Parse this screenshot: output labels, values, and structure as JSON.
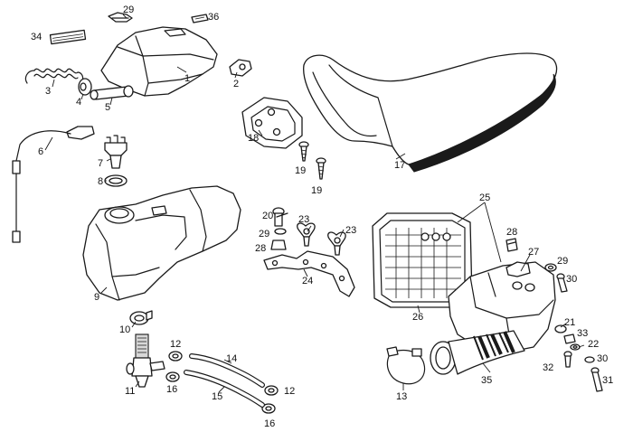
{
  "callouts": [
    {
      "id": "c1",
      "text": "1"
    },
    {
      "id": "c2",
      "text": "2"
    },
    {
      "id": "c3",
      "text": "3"
    },
    {
      "id": "c4",
      "text": "4"
    },
    {
      "id": "c5",
      "text": "5"
    },
    {
      "id": "c6",
      "text": "6"
    },
    {
      "id": "c7",
      "text": "7"
    },
    {
      "id": "c8",
      "text": "8"
    },
    {
      "id": "c9",
      "text": "9"
    },
    {
      "id": "c10",
      "text": "10"
    },
    {
      "id": "c11",
      "text": "11"
    },
    {
      "id": "c12a",
      "text": "12"
    },
    {
      "id": "c12b",
      "text": "12"
    },
    {
      "id": "c13",
      "text": "13"
    },
    {
      "id": "c14",
      "text": "14"
    },
    {
      "id": "c15",
      "text": "15"
    },
    {
      "id": "c16a",
      "text": "16"
    },
    {
      "id": "c16b",
      "text": "16"
    },
    {
      "id": "c17",
      "text": "17"
    },
    {
      "id": "c18",
      "text": "18"
    },
    {
      "id": "c19a",
      "text": "19"
    },
    {
      "id": "c19b",
      "text": "19"
    },
    {
      "id": "c20",
      "text": "20"
    },
    {
      "id": "c21",
      "text": "21"
    },
    {
      "id": "c22",
      "text": "22"
    },
    {
      "id": "c23a",
      "text": "23"
    },
    {
      "id": "c23b",
      "text": "23"
    },
    {
      "id": "c24",
      "text": "24"
    },
    {
      "id": "c25",
      "text": "25"
    },
    {
      "id": "c26",
      "text": "26"
    },
    {
      "id": "c27",
      "text": "27"
    },
    {
      "id": "c28a",
      "text": "28"
    },
    {
      "id": "c28b",
      "text": "28"
    },
    {
      "id": "c29a",
      "text": "29"
    },
    {
      "id": "c29b",
      "text": "29"
    },
    {
      "id": "c29c",
      "text": "29"
    },
    {
      "id": "c30a",
      "text": "30"
    },
    {
      "id": "c30b",
      "text": "30"
    },
    {
      "id": "c31",
      "text": "31"
    },
    {
      "id": "c32",
      "text": "32"
    },
    {
      "id": "c33",
      "text": "33"
    },
    {
      "id": "c34",
      "text": "34"
    },
    {
      "id": "c35",
      "text": "35"
    },
    {
      "id": "c36",
      "text": "36"
    }
  ]
}
